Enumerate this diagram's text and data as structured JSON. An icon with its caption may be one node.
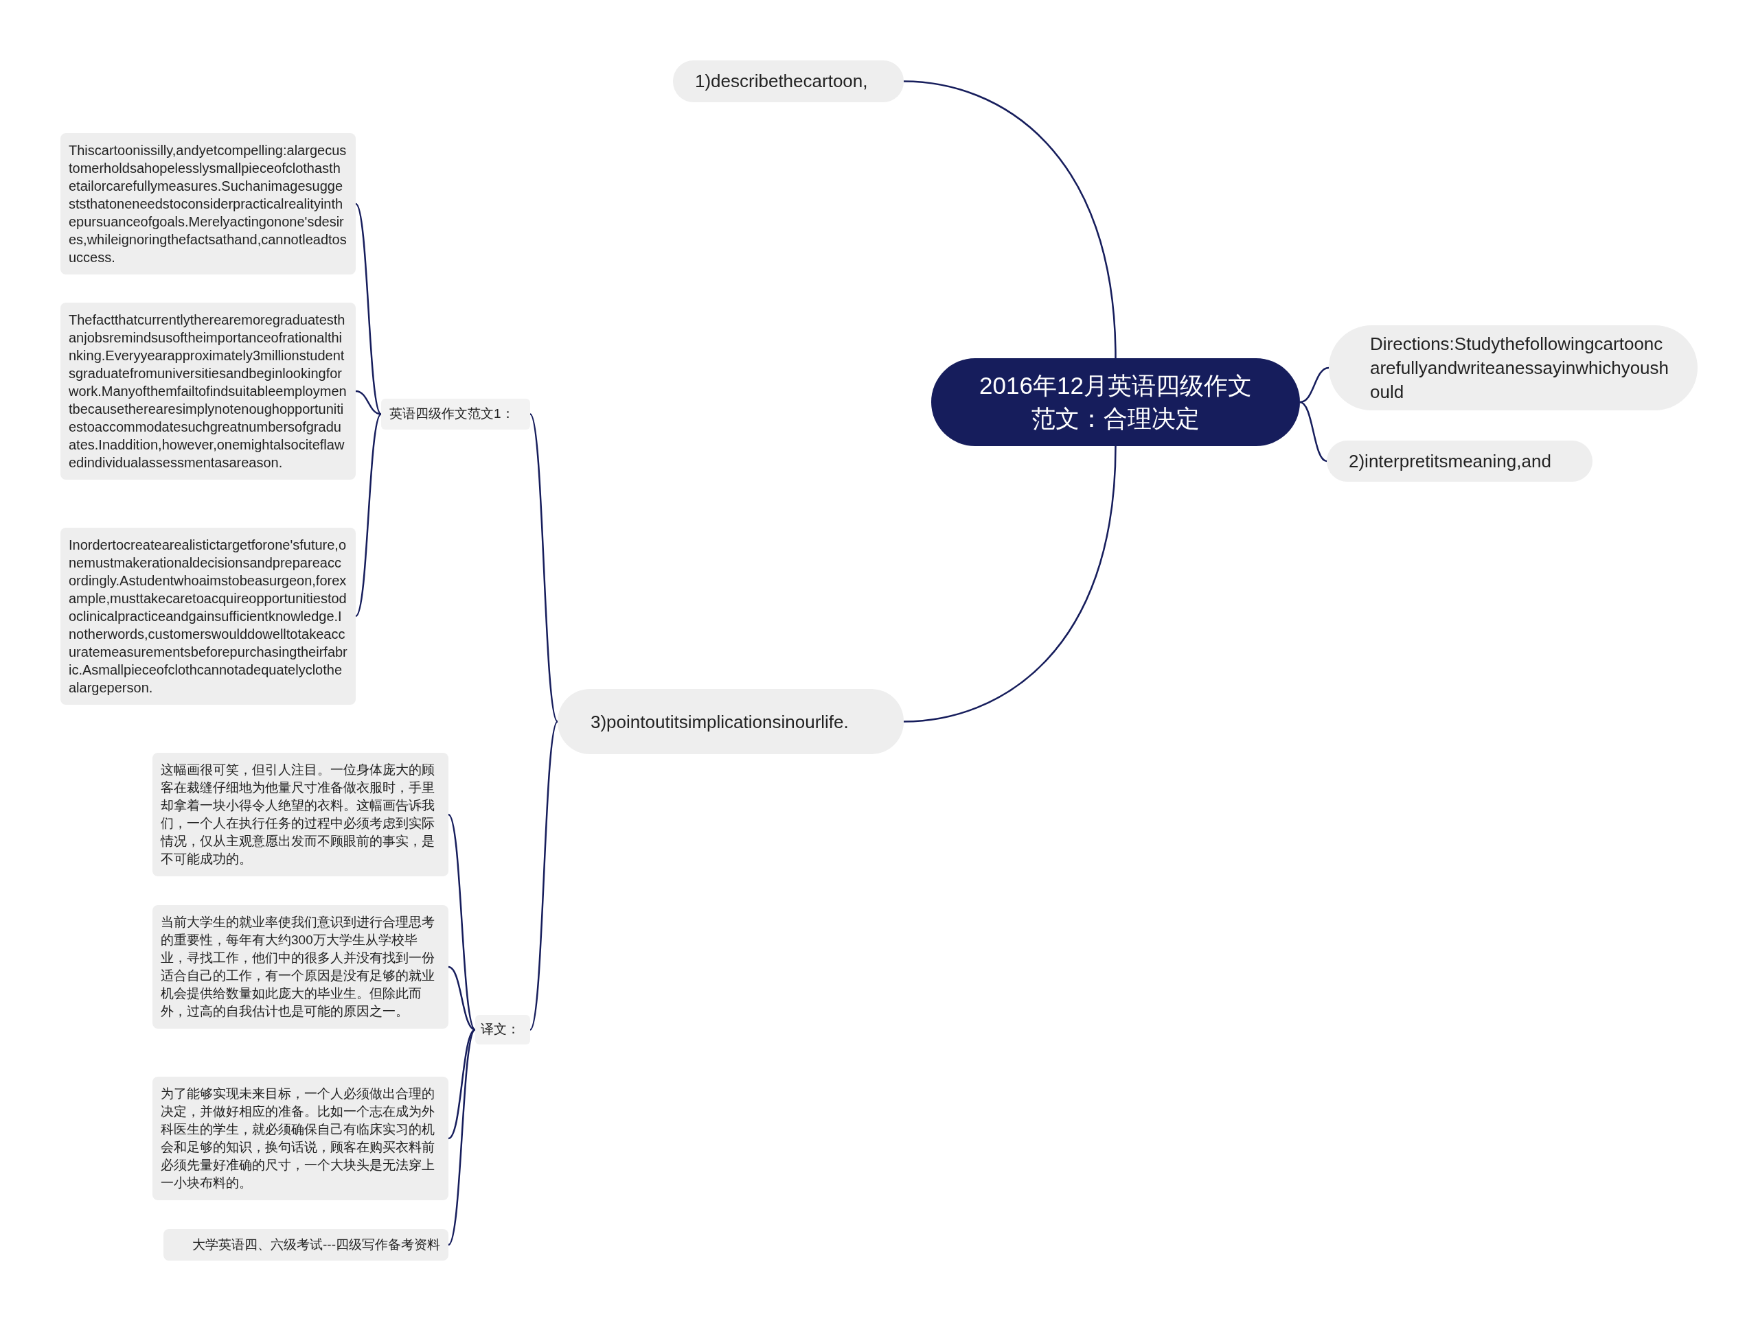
{
  "diagram": {
    "nodes": [
      {
        "text": [
          "2016年12月英语四级作文范文：合理决定"
        ]
      },
      {
        "text": [
          "1)describethecartoon,"
        ]
      },
      {
        "text": [
          "Directions:Studythefollowingcartooncarefullyandwriteanessayinwhichyoushould"
        ]
      },
      {
        "text": [
          "2)interpretitsmeaning,and"
        ]
      },
      {
        "text": [
          "3)pointoutitsimplicationsinourlife."
        ]
      },
      {
        "text": [
          "英语四级作文范文1："
        ]
      },
      {
        "text": [
          "Thiscartoonissilly,andyetcompelling:alargecustomerholdsahopelesslysmallpieceofclothasthetailorcarefullymeasures.Suchanimagesuggeststhatoneneedstoconsiderpracticalrealityinthepursuanceofgoals.Merelyactingonone'sdesires,whileignoringthefactsathand,cannotleadtosuccess."
        ]
      },
      {
        "text": [
          "Thefactthatcurrentlytherearemoregraduatesthanjobsremindsusoftheimportanceofrationalthinking.Everyyearapproximately3millionstudentsgraduatefromuniversitiesandbeginlookingforwork.Manyofthemfailtofindsuitableemploymentbecausetherearesimplynotenoughopportunitiestoaccommodatesuchgreatnumbersofgraduates.Inaddition,however,onemightalsociteflawedindividualassessmentasareason."
        ]
      },
      {
        "text": [
          "Inordertocreatearealistictargetforone'sfuture,onemustmakerationaldecisionsandprepareaccordingly.Astudentwhoaimstobeasurgeon,forexample,musttakecaretoacquireopportunitiestodoclinicalpracticeandgainsufficientknowledge.Inotherwords,customerswoulddowelltotakeaccuratemeasurementsbeforepurchasingtheirfabric.Asmallpieceofclothcannotadequatelyclothealargeperson."
        ]
      },
      {
        "text": [
          "译文："
        ]
      },
      {
        "text": [
          "这幅画很可笑，但引人注目。一位身体庞大的顾客在裁缝仔细地为他量尺寸准备做衣服时，手里却拿着一块小得令人绝望的衣料。这幅画告诉我们，一个人在执行任务的过程中必须考虑到实际情况，仅从主观意愿出发而不顾眼前的事实，是不可能成功的。"
        ]
      },
      {
        "text": [
          "当前大学生的就业率使我们意识到进行合理思考的重要性，每年有大约300万大学生从学校毕业，寻找工作，他们中的很多人并没有找到一份适合自己的工作，有一个原因是没有足够的就业机会提供给数量如此庞大的毕业生。但除此而外，过高的自我估计也是可能的原因之一。"
        ]
      },
      {
        "text": [
          "为了能够实现未来目标，一个人必须做出合理的决定，并做好相应的准备。比如一个志在成为外科医生的学生，就必须确保自己有临床实习的机会和足够的知识，换句话说，顾客在购买衣料前必须先量好准确的尺寸，一个大块头是无法穿上一小块布料的。"
        ]
      },
      {
        "text": [
          "大学英语四、六级考试---四级写作备考资料"
        ]
      }
    ],
    "edges": [
      {
        "from": 0,
        "to": 1,
        "arrow": "none"
      },
      {
        "from": 0,
        "to": 2,
        "arrow": "none"
      },
      {
        "from": 0,
        "to": 3,
        "arrow": "none"
      },
      {
        "from": 0,
        "to": 4,
        "arrow": "none"
      },
      {
        "from": 4,
        "to": 5,
        "arrow": "none"
      },
      {
        "from": 4,
        "to": 9,
        "arrow": "none"
      },
      {
        "from": 5,
        "to": 6,
        "arrow": "none"
      },
      {
        "from": 5,
        "to": 7,
        "arrow": "none"
      },
      {
        "from": 5,
        "to": 8,
        "arrow": "none"
      },
      {
        "from": 9,
        "to": 10,
        "arrow": "none"
      },
      {
        "from": 9,
        "to": 11,
        "arrow": "none"
      },
      {
        "from": 9,
        "to": 12,
        "arrow": "none"
      },
      {
        "from": 9,
        "to": 13,
        "arrow": "none"
      }
    ]
  }
}
